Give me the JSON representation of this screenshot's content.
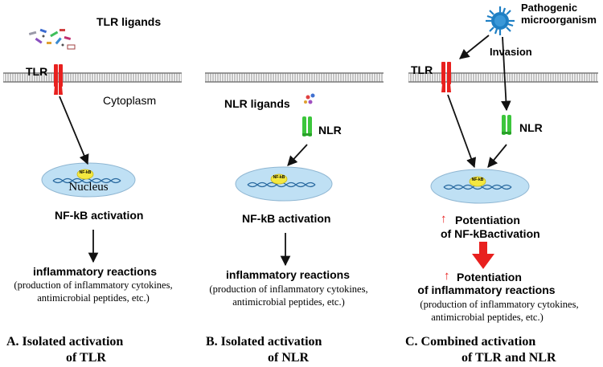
{
  "panel_a": {
    "ligand_label": "TLR ligands",
    "receptor_label": "TLR",
    "cytoplasm_label": "Cytoplasm",
    "nfkb_tag": "NF-kB",
    "nucleus_label": "Nucleus",
    "activation_label": "NF-kB activation",
    "reaction_title": "inflammatory reactions",
    "reaction_line1": "(production of inflammatory cytokines,",
    "reaction_line2": "antimicrobial peptides, etc.)",
    "caption_line1": "A.  Isolated activation",
    "caption_line2": "of TLR"
  },
  "panel_b": {
    "ligand_label": "NLR ligands",
    "receptor_label": "NLR",
    "nfkb_tag": "NF-kB",
    "activation_label": "NF-kB activation",
    "reaction_title": "inflammatory  reactions",
    "reaction_line1": "(production of inflammatory  cytokines,",
    "reaction_line2": "antimicrobial  peptides, etc.)",
    "caption_line1": "B.    Isolated activation",
    "caption_line2": "of NLR"
  },
  "panel_c": {
    "pathogen_line1": "Pathogenic",
    "pathogen_line2": "microorganism",
    "invasion_label": "Invasion",
    "tlr_label": "TLR",
    "nlr_label": "NLR",
    "nfkb_tag": "NF-kB",
    "up_arrow": "↑",
    "potentiation1_line1": "Potentiation",
    "potentiation1_line2": "of NF-kBactivation",
    "potentiation2_line1": "Potentiation",
    "potentiation2_line2": "of inflammatory  reactions",
    "reaction_line1": "(production of inflammatory  cytokines,",
    "reaction_line2": "antimicrobial   peptides, etc.)",
    "caption_line1": "C.   Combined activation",
    "caption_line2": "of TLR and NLR"
  },
  "colors": {
    "tlr": "#e8201e",
    "nlr": "#3cc63c",
    "nucleus": "#bfe0f4",
    "nfkb": "#f4e840",
    "pathogen": "#1e7fc4",
    "membrane": "#8a8a8a",
    "dna": "#2a6aa0"
  }
}
